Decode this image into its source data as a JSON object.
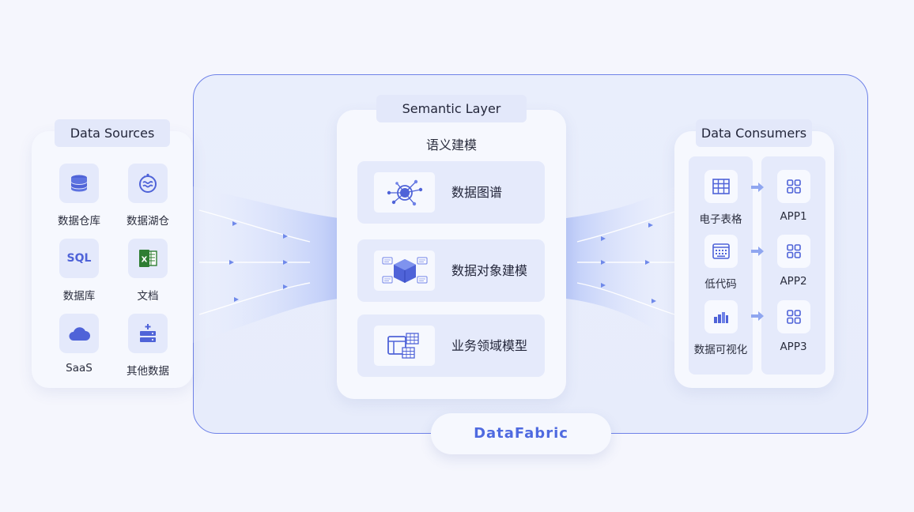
{
  "fabric": {
    "label": "DataFabric"
  },
  "sources": {
    "title": "Data Sources",
    "items": [
      {
        "label": "数据仓库",
        "icon": "database-icon"
      },
      {
        "label": "数据湖仓",
        "icon": "data-lake-icon"
      },
      {
        "label": "数据库",
        "icon": "sql-icon",
        "badge": "SQL"
      },
      {
        "label": "文档",
        "icon": "excel-icon",
        "badge": "X"
      },
      {
        "label": "SaaS",
        "icon": "cloud-icon"
      },
      {
        "label": "其他数据",
        "icon": "server-add-icon"
      }
    ]
  },
  "semantic": {
    "title": "Semantic Layer",
    "subtitle": "语义建模",
    "items": [
      {
        "label": "数据图谱",
        "icon": "graph-icon"
      },
      {
        "label": "数据对象建模",
        "icon": "cube-model-icon"
      },
      {
        "label": "业务领域模型",
        "icon": "domain-model-icon"
      }
    ]
  },
  "consumers": {
    "title": "Data Consumers",
    "left": [
      {
        "label": "电子表格",
        "icon": "spreadsheet-icon"
      },
      {
        "label": "低代码",
        "icon": "low-code-icon"
      },
      {
        "label": "数据可视化",
        "icon": "bar-chart-icon"
      }
    ],
    "right": [
      {
        "label": "APP1",
        "icon": "app-grid-icon"
      },
      {
        "label": "APP2",
        "icon": "app-grid-icon"
      },
      {
        "label": "APP3",
        "icon": "app-grid-icon"
      }
    ]
  },
  "colors": {
    "accent": "#4f6ae0",
    "frame_border": "#6f82e8",
    "icon_blue": "#4f63d8",
    "excel_green": "#2e7d32",
    "flow_blue": "#b7c6f7"
  }
}
